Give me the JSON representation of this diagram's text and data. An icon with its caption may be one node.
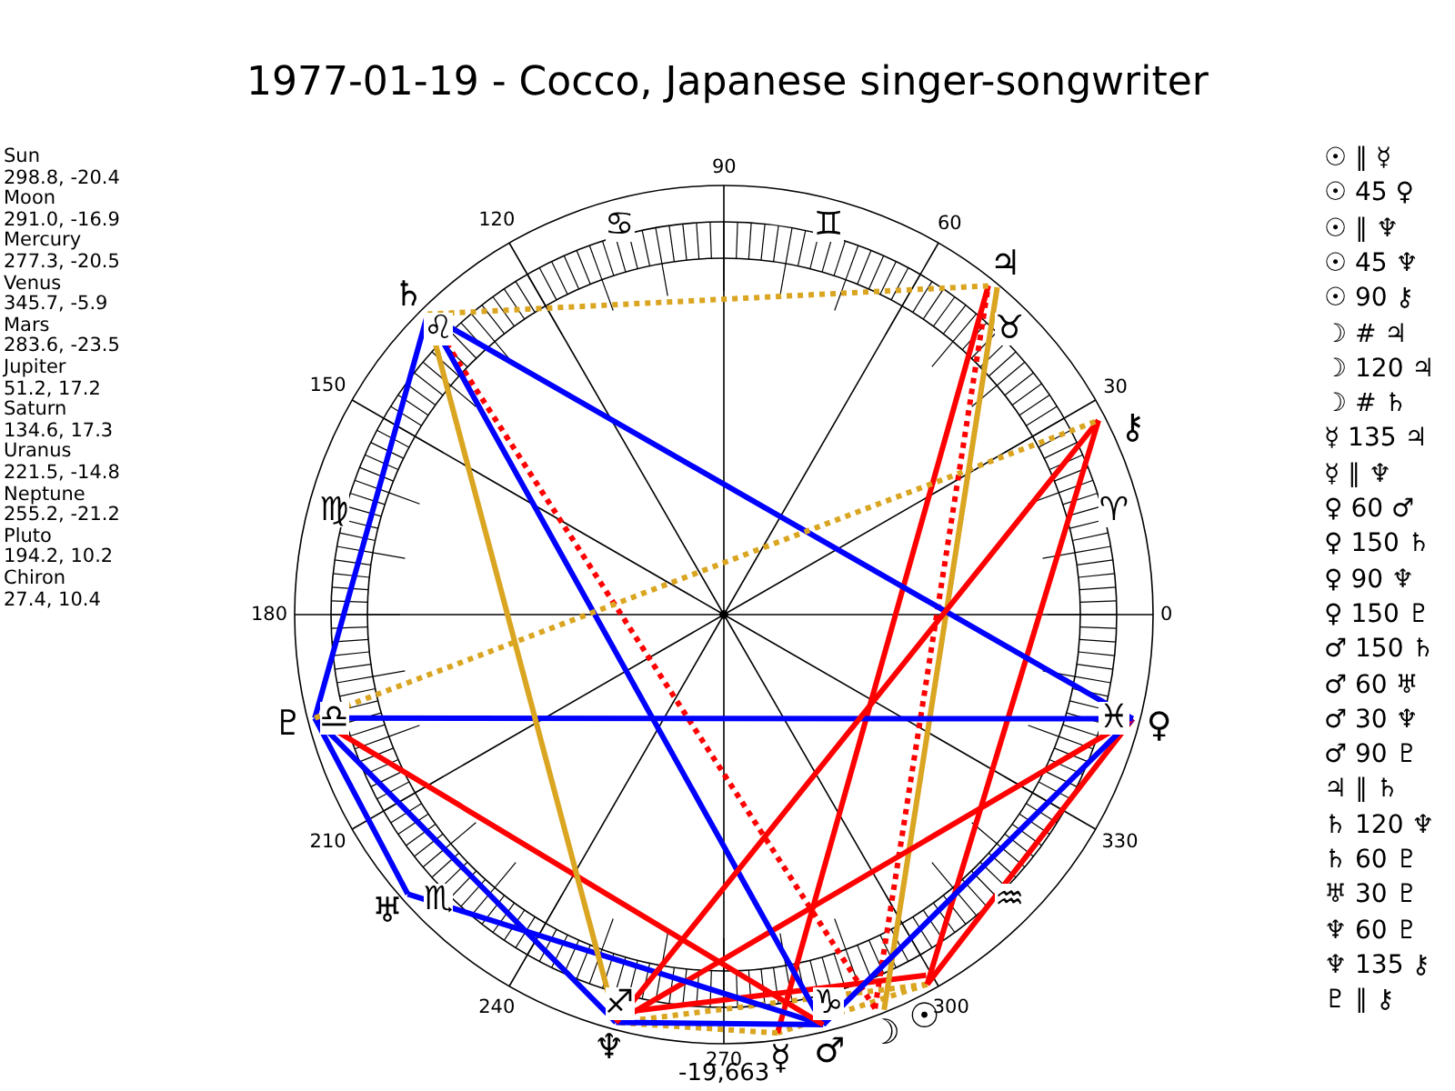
{
  "diagram": {
    "title": "1977-01-19 - Cocco, Japanese singer-songwriter",
    "nodes": [
      {
        "text": [
          "☉"
        ]
      },
      {
        "text": [
          "☽"
        ]
      },
      {
        "text": [
          "☿"
        ]
      },
      {
        "text": [
          "♀"
        ]
      },
      {
        "text": [
          "♂"
        ]
      },
      {
        "text": [
          "♃"
        ]
      },
      {
        "text": [
          "♄"
        ]
      },
      {
        "text": [
          "♅"
        ]
      },
      {
        "text": [
          "♆"
        ]
      },
      {
        "text": [
          "♇"
        ]
      },
      {
        "text": [
          "⚷"
        ]
      }
    ],
    "edges": [
      {
        "from": 0,
        "to": 2,
        "arrow": "none",
        "style": "dashed",
        "color": "#daa520"
      },
      {
        "from": 0,
        "to": 3,
        "arrow": "none",
        "color": "#ff0000"
      },
      {
        "from": 0,
        "to": 8,
        "arrow": "none",
        "style": "dashed",
        "color": "#daa520"
      },
      {
        "from": 0,
        "to": 8,
        "arrow": "none",
        "color": "#ff0000"
      },
      {
        "from": 0,
        "to": 10,
        "arrow": "none",
        "color": "#ff0000"
      },
      {
        "from": 1,
        "to": 5,
        "arrow": "none",
        "style": "dashed",
        "color": "#ff0000"
      },
      {
        "from": 1,
        "to": 5,
        "arrow": "none",
        "color": "#daa520"
      },
      {
        "from": 1,
        "to": 6,
        "arrow": "none",
        "style": "dashed",
        "color": "#ff0000"
      },
      {
        "from": 2,
        "to": 5,
        "arrow": "none",
        "color": "#ff0000"
      },
      {
        "from": 2,
        "to": 8,
        "arrow": "none",
        "style": "dashed",
        "color": "#daa520"
      },
      {
        "from": 3,
        "to": 4,
        "arrow": "none",
        "color": "#0000ff"
      },
      {
        "from": 3,
        "to": 6,
        "arrow": "none",
        "color": "#0000ff"
      },
      {
        "from": 3,
        "to": 8,
        "arrow": "none",
        "color": "#ff0000"
      },
      {
        "from": 3,
        "to": 9,
        "arrow": "none",
        "color": "#0000ff"
      },
      {
        "from": 4,
        "to": 6,
        "arrow": "none",
        "color": "#0000ff"
      },
      {
        "from": 4,
        "to": 7,
        "arrow": "none",
        "color": "#0000ff"
      },
      {
        "from": 4,
        "to": 8,
        "arrow": "none",
        "color": "#0000ff"
      },
      {
        "from": 4,
        "to": 9,
        "arrow": "none",
        "color": "#ff0000"
      },
      {
        "from": 5,
        "to": 6,
        "arrow": "none",
        "style": "dashed",
        "color": "#daa520"
      },
      {
        "from": 6,
        "to": 8,
        "arrow": "none",
        "color": "#daa520"
      },
      {
        "from": 6,
        "to": 9,
        "arrow": "none",
        "color": "#0000ff"
      },
      {
        "from": 7,
        "to": 9,
        "arrow": "none",
        "color": "#0000ff"
      },
      {
        "from": 8,
        "to": 9,
        "arrow": "none",
        "color": "#0000ff"
      },
      {
        "from": 8,
        "to": 10,
        "arrow": "none",
        "color": "#ff0000"
      },
      {
        "from": 9,
        "to": 10,
        "arrow": "none",
        "style": "dashed",
        "color": "#daa520"
      }
    ],
    "labels": [
      "Sun",
      "298.8, -20.4",
      "Moon",
      "291.0, -16.9",
      "Mercury",
      "277.3, -20.5",
      "Venus",
      "345.7, -5.9",
      "Mars",
      "283.6, -23.5",
      "Jupiter",
      "51.2, 17.2",
      "Saturn",
      "134.6, 17.3",
      "Uranus",
      "221.5, -14.8",
      "Neptune",
      "255.2, -21.2",
      "Pluto",
      "194.2, 10.2",
      "Chiron",
      "27.4, 10.4",
      "0",
      "30",
      "60",
      "90",
      "120",
      "150",
      "180",
      "210",
      "240",
      "270",
      "300",
      "330",
      "♈",
      "♉",
      "♊",
      "♋",
      "♌",
      "♍",
      "♎",
      "♏",
      "♐",
      "♑",
      "♒",
      "♓",
      "-19,663",
      "☉ ∥ ☿",
      "☉ 45 ♀",
      "☉ ∥ ♆",
      "☉ 45 ♆",
      "☉ 90 ⚷",
      "☽ # ♃",
      "☽ 120 ♃",
      "☽ # ♄",
      "☿ 135 ♃",
      "☿ ∥ ♆",
      "♀ 60 ♂",
      "♀ 150 ♄",
      "♀ 90 ♆",
      "♀ 150 ♇",
      "♂ 150 ♄",
      "♂ 60 ♅",
      "♂ 30 ♆",
      "♂ 90 ♇",
      "♃ ∥ ♄",
      "♄ 120 ♆",
      "♄ 60 ♇",
      "♅ 30 ♇",
      "♆ 60 ♇",
      "♆ 135 ⚷",
      "♇ ∥ ⚷"
    ]
  }
}
